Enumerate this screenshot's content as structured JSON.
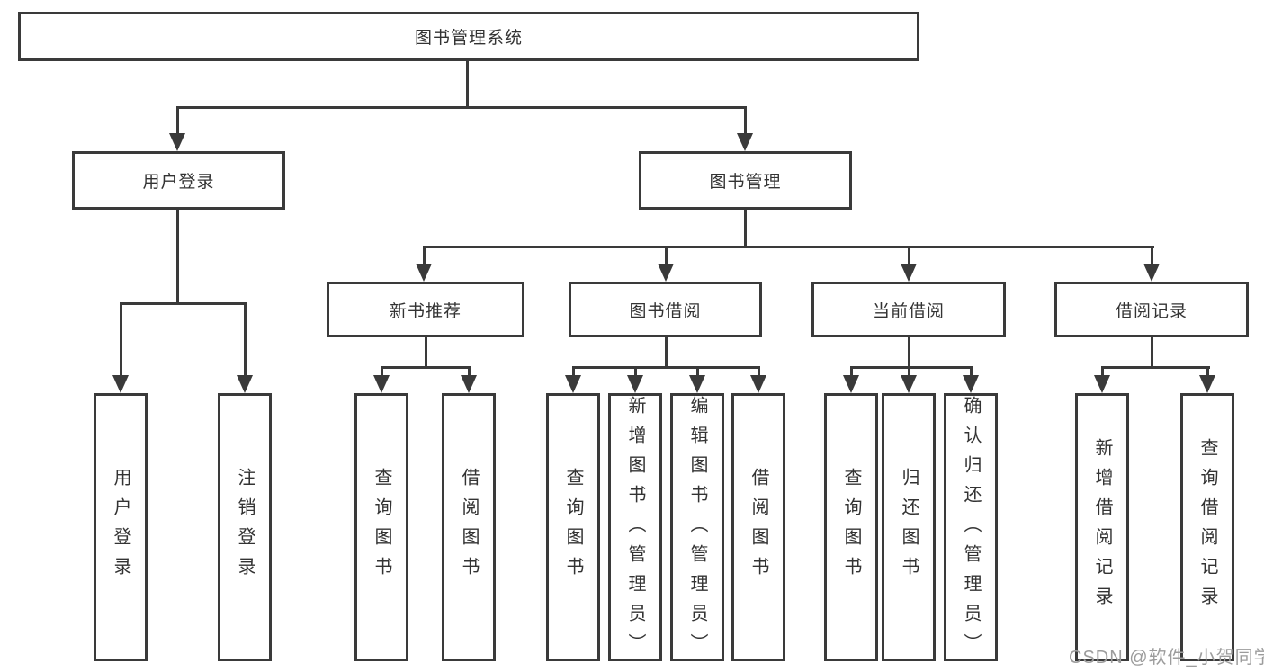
{
  "diagram": {
    "type": "hierarchy-tree",
    "title": "图书管理系统",
    "line_color": "#3a3a3a",
    "text_color": "#333333",
    "background_color": "#ffffff"
  },
  "nodes": {
    "root": {
      "label": "图书管理系统"
    },
    "user_login": {
      "label": "用户登录"
    },
    "book_mgmt": {
      "label": "图书管理"
    },
    "new_book_rec": {
      "label": "新书推荐"
    },
    "book_borrow": {
      "label": "图书借阅"
    },
    "current_borrow": {
      "label": "当前借阅"
    },
    "borrow_records": {
      "label": "借阅记录"
    },
    "leaf_user_login": {
      "label": "用户登录"
    },
    "leaf_logout": {
      "label": "注销登录"
    },
    "leaf_query_book_1": {
      "label": "查询图书"
    },
    "leaf_borrow_book_1": {
      "label": "借阅图书"
    },
    "leaf_query_book_2": {
      "label": "查询图书"
    },
    "leaf_add_book": {
      "label": "新增图书（管理员）"
    },
    "leaf_edit_book": {
      "label": "编辑图书（管理员）"
    },
    "leaf_borrow_book_2": {
      "label": "借阅图书"
    },
    "leaf_query_book_3": {
      "label": "查询图书"
    },
    "leaf_return_book": {
      "label": "归还图书"
    },
    "leaf_confirm_return": {
      "label": "确认归还（管理员）"
    },
    "leaf_add_record": {
      "label": "新增借阅记录"
    },
    "leaf_query_record": {
      "label": "查询借阅记录"
    }
  },
  "hierarchy": {
    "图书管理系统": {
      "用户登录": [
        "用户登录",
        "注销登录"
      ],
      "图书管理": {
        "新书推荐": [
          "查询图书",
          "借阅图书"
        ],
        "图书借阅": [
          "查询图书",
          "新增图书（管理员）",
          "编辑图书（管理员）",
          "借阅图书"
        ],
        "当前借阅": [
          "查询图书",
          "归还图书",
          "确认归还（管理员）"
        ],
        "借阅记录": [
          "新增借阅记录",
          "查询借阅记录"
        ]
      }
    }
  },
  "watermark": {
    "text": "CSDN @软件_小贺同学",
    "color": "#9c9c9c"
  }
}
